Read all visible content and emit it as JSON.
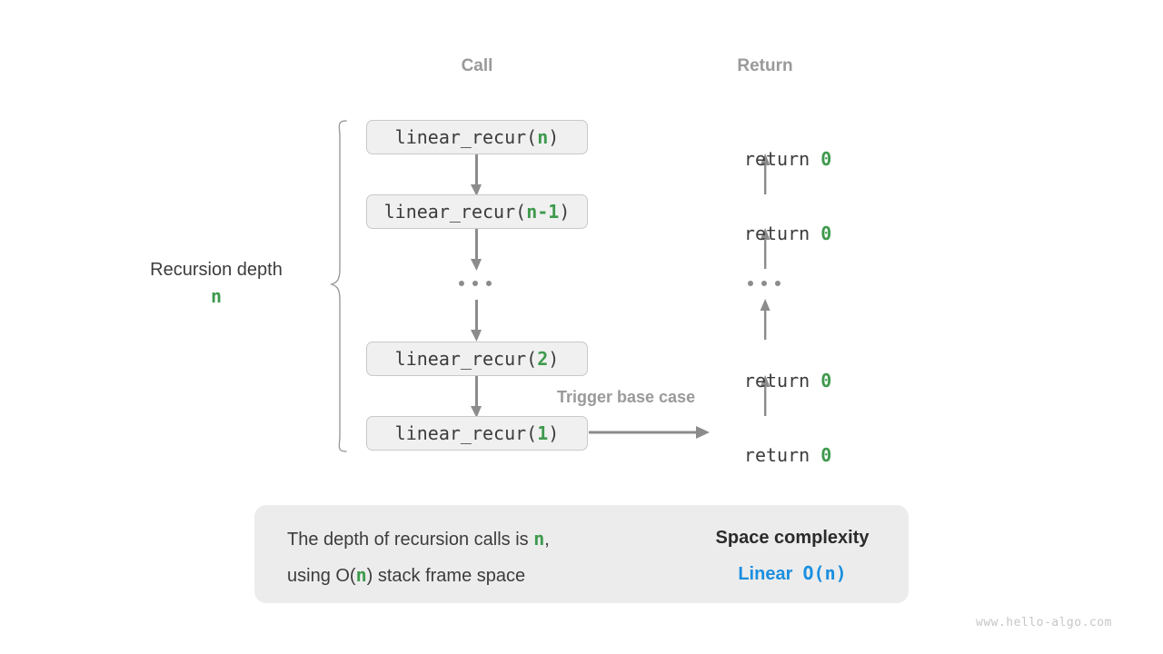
{
  "columns": {
    "call_header": "Call",
    "return_header": "Return"
  },
  "left_label": {
    "title": "Recursion depth",
    "value": "n"
  },
  "call_stack": [
    {
      "prefix": "linear_recur(",
      "arg": "n",
      "suffix": ")"
    },
    {
      "prefix": "linear_recur(",
      "arg": "n-1",
      "suffix": ")"
    },
    {
      "ellipsis": "•••"
    },
    {
      "prefix": "linear_recur(",
      "arg": "2",
      "suffix": ")"
    },
    {
      "prefix": "linear_recur(",
      "arg": "1",
      "suffix": ")"
    }
  ],
  "return_stack": [
    {
      "text": "return ",
      "value": "0"
    },
    {
      "text": "return ",
      "value": "0"
    },
    {
      "ellipsis": "•••"
    },
    {
      "text": "return ",
      "value": "0"
    },
    {
      "text": "return ",
      "value": "0"
    }
  ],
  "trigger_note": "Trigger base case",
  "summary": {
    "line1_a": "The depth of recursion calls is ",
    "line1_n": "n",
    "line1_b": ",",
    "line2_a": "using O(",
    "line2_n": "n",
    "line2_b": ") stack frame space",
    "result_title": "Space complexity",
    "result_kind": "Linear",
    "result_value": "O(n)"
  },
  "watermark": "www.hello-algo.com",
  "colors": {
    "accent_green": "#3f9a4e",
    "accent_blue": "#1a8fe0",
    "box_fill": "#f0f0f0",
    "box_border": "#c9c9c9",
    "panel_fill": "#ececec",
    "muted": "#9a9a9a",
    "arrow": "#8c8c8c"
  }
}
